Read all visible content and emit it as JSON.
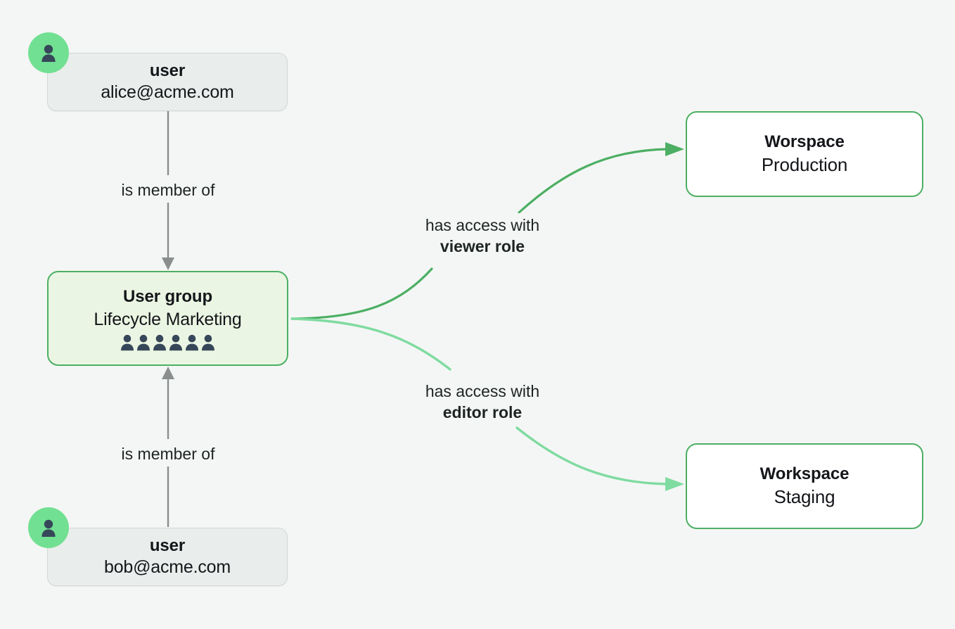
{
  "diagram": {
    "title": "User group access diagram",
    "background_color": "#f4f6f5",
    "accent_green": "#4caf63",
    "light_green": "#7fdba0",
    "avatar_green": "#72e092",
    "gray_edge": "#8a8f8c",
    "nodes": {
      "user_alice": {
        "icon": "person-avatar-icon",
        "title": "user",
        "subtitle": "alice@acme.com"
      },
      "user_bob": {
        "icon": "person-avatar-icon",
        "title": "user",
        "subtitle": "bob@acme.com"
      },
      "user_group": {
        "title": "User group",
        "subtitle": "Lifecycle Marketing",
        "member_icon_count": 6,
        "member_icon": "person-icon"
      },
      "workspace_production": {
        "title": "Worspace",
        "subtitle": "Production"
      },
      "workspace_staging": {
        "title": "Workspace",
        "subtitle": "Staging"
      }
    },
    "edges": {
      "alice_to_group": {
        "label": "is member of"
      },
      "bob_to_group": {
        "label": "is member of"
      },
      "group_to_production": {
        "label_line1": "has access with",
        "label_line2": "viewer role"
      },
      "group_to_staging": {
        "label_line1": "has access with",
        "label_line2": "editor role"
      }
    }
  }
}
